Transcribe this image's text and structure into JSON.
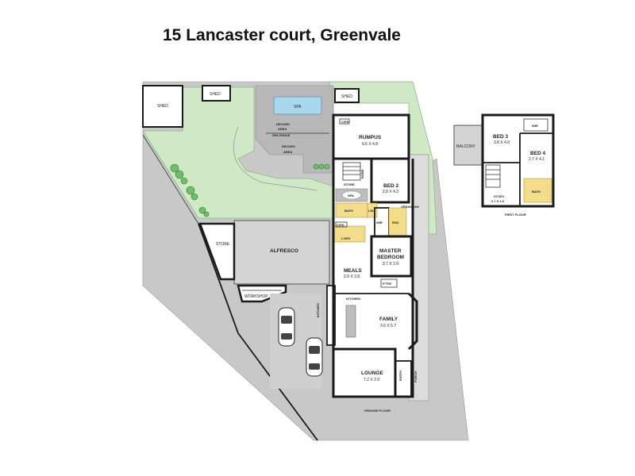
{
  "title": "15 Lancaster court, Greenvale",
  "ground_floor": {
    "label": "GROUND FLOOR",
    "rooms": {
      "shed_left": "SHED",
      "shed_top": "SHED",
      "shed_right": "SHED",
      "spa": "SPA",
      "decked_area_1": [
        "DECKED",
        "AREA"
      ],
      "decked_area_2": [
        "DECKED",
        "AREA"
      ],
      "spa_fence": "SPA FENCE",
      "rumpus": {
        "name": "RUMPUS",
        "size": "6.6 X 4.8"
      },
      "bed2": {
        "name": "BED 2",
        "size": "2.8 X 4.3"
      },
      "master": {
        "name": [
          "MASTER",
          "BEDROOM"
        ],
        "size": "3.7 X 2.9"
      },
      "meals": {
        "name": "MEALS",
        "size": "2.9 X 3.8"
      },
      "family": {
        "name": "FAMILY",
        "size": "3.6 X 5.7"
      },
      "lounge": {
        "name": "LOUNGE",
        "size": "7.2 X 3.9"
      },
      "alfresco": "ALFRESCO",
      "store": "STORE",
      "store_small": "STORE",
      "workshop": "WORKSHOP",
      "kitchen_v": "KITCHEN",
      "kitchen_h": "KITCHEN",
      "verandah": "VERANDAH",
      "porch": "PORCH",
      "entry": "ENTRY",
      "pantry": "P'TRY",
      "laundry": "L'DRY",
      "bath": "BATH",
      "ens": "ENS",
      "wir": "WIR",
      "robe": "ROBE",
      "spa_bath": "SPA",
      "linen": "LIN",
      "cupbd": "C/PD"
    }
  },
  "first_floor": {
    "label": "FIRST FLOOR",
    "rooms": {
      "balcony": "BALCONY",
      "bed3": {
        "name": "BED 3",
        "size": "3.8 X 4.8"
      },
      "bed4": {
        "name": "BED 4",
        "size": "2.7 X 4.1"
      },
      "study": {
        "name": "STUDY",
        "size": "2.7 X 1.6"
      },
      "wir": "WIR",
      "bath": "BATH"
    }
  }
}
